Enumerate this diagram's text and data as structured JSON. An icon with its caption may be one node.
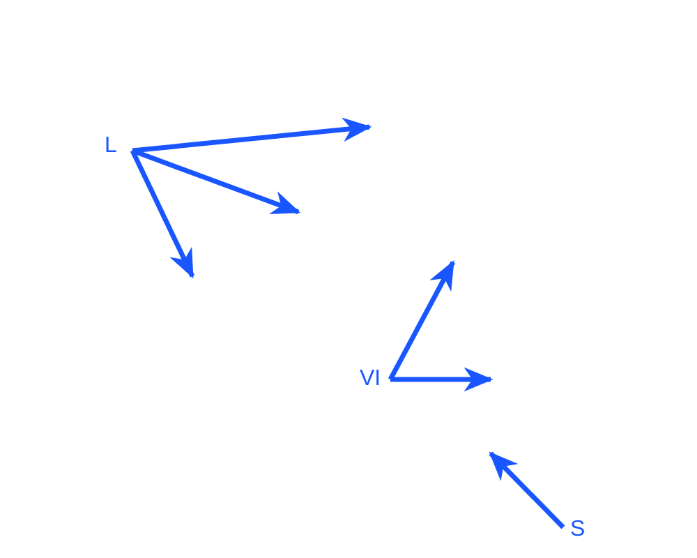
{
  "diagram": {
    "nodes": [
      {
        "text": [
          "L"
        ]
      },
      {
        "text": [
          "VI"
        ]
      },
      {
        "text": [
          "S"
        ]
      }
    ],
    "edges": [
      {
        "from": 0,
        "to": null,
        "arrow": "to"
      },
      {
        "from": 0,
        "to": null,
        "arrow": "to"
      },
      {
        "from": 0,
        "to": null,
        "arrow": "to"
      },
      {
        "from": 1,
        "to": null,
        "arrow": "to"
      },
      {
        "from": 1,
        "to": null,
        "arrow": "to"
      },
      {
        "from": 2,
        "to": null,
        "arrow": "to"
      }
    ]
  }
}
